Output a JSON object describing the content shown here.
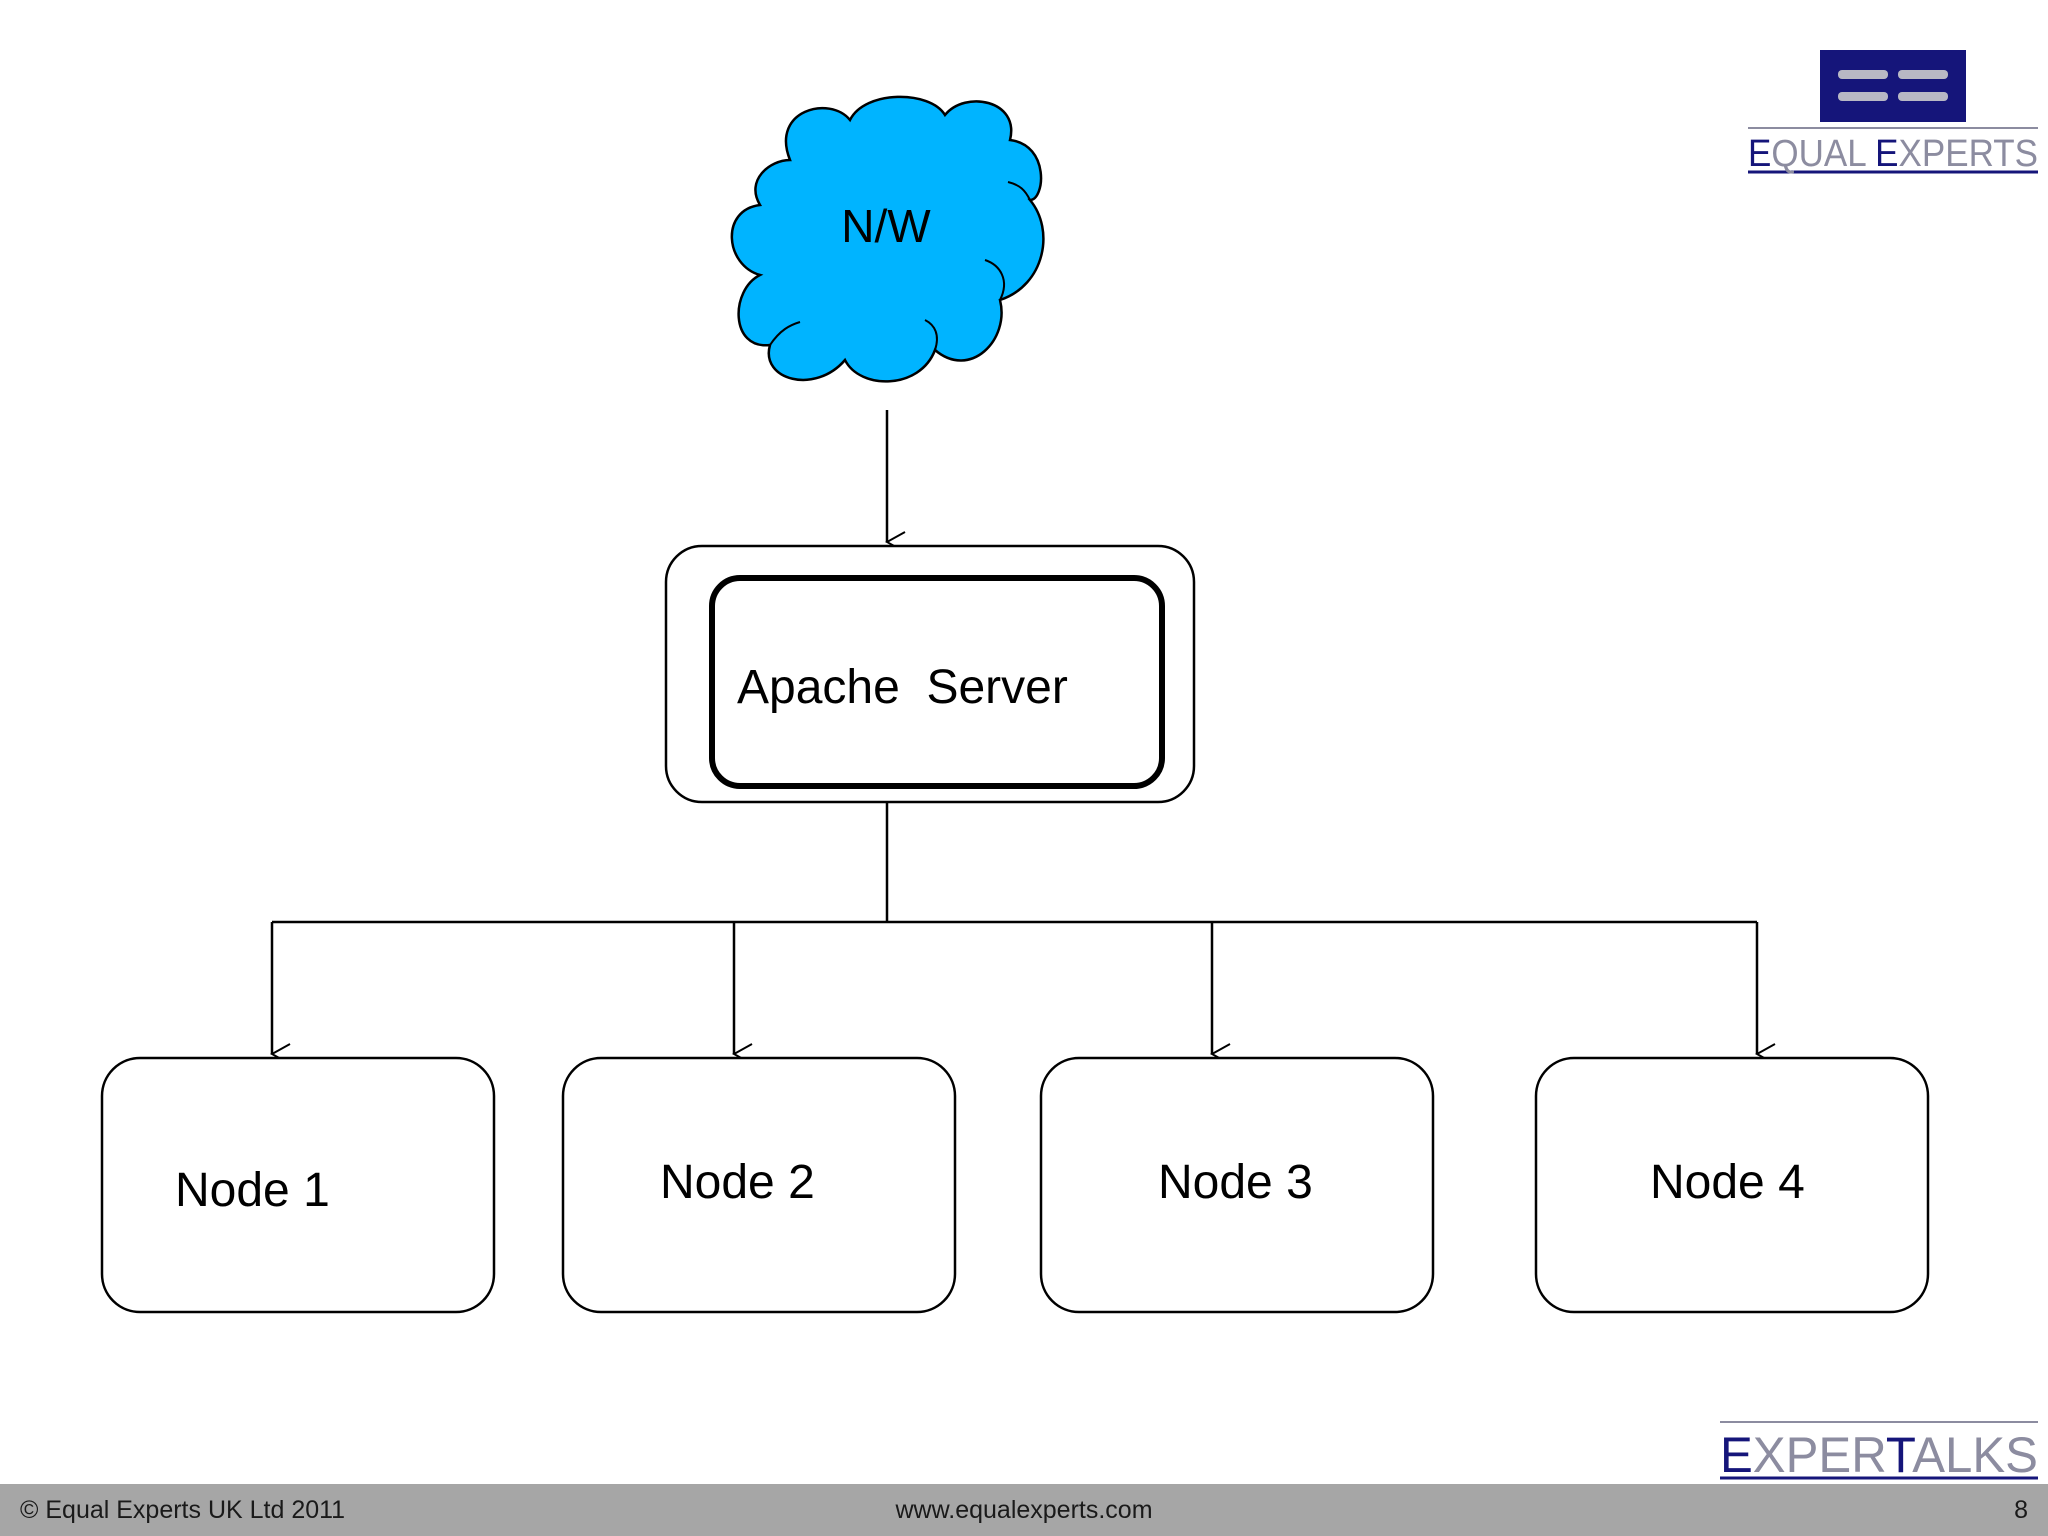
{
  "cloud": {
    "label": "N/W",
    "color": "#00b4ff"
  },
  "server": {
    "label": "Apache  Server"
  },
  "nodes": [
    {
      "label": "Node 1"
    },
    {
      "label": "Node 2"
    },
    {
      "label": "Node 3"
    },
    {
      "label": "Node 4"
    }
  ],
  "logo_top": {
    "first_initial": "E",
    "word1_rest": "QUAL ",
    "second_initial": "E",
    "word2_rest": "XPERTS",
    "brand_color": "#15157a",
    "gray_color": "#8c8ca0"
  },
  "logo_bottom": {
    "part1_initial": "E",
    "part1_rest": "XPER",
    "part2_initial": "T",
    "part2_rest": "ALKS"
  },
  "footer": {
    "copyright": "© Equal Experts UK Ltd 2011",
    "url": "www.equalexperts.com",
    "page_number": "8",
    "bar_color": "#a6a6a6"
  }
}
